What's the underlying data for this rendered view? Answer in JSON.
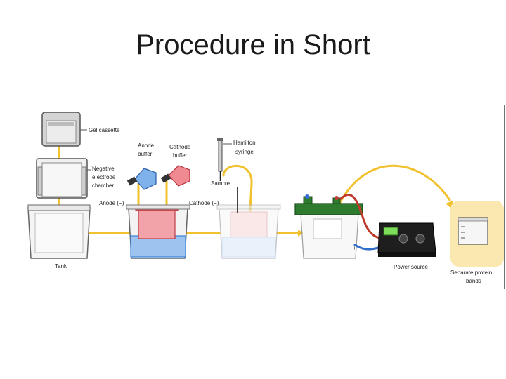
{
  "slide": {
    "title": "Procedure in Short"
  },
  "labels": {
    "gel_cassette": "Gel cassette",
    "anode_buffer_1": "Anode",
    "anode_buffer_2": "buffer",
    "cathode_buffer_1": "Cathode",
    "cathode_buffer_2": "buffer",
    "hamilton_1": "Hamilton",
    "hamilton_2": "syringe",
    "negative_1": "Negative",
    "negative_2": "e ectrode",
    "negative_3": "chamber",
    "sample": "Sample",
    "anode_minus": "Anode (−)",
    "cathode_minus": "Cathode (−)",
    "tank": "Tank",
    "power_source": "Power source",
    "separate_1": "Separate protein",
    "separate_2": "bands"
  },
  "colors": {
    "arrow": "#f2c12e",
    "anode_blue": "#3b82d6",
    "cathode_red": "#e0505a",
    "lid_green": "#2e7a2e",
    "power_black": "#1e1e1e",
    "display_green": "#7ddc5a"
  }
}
